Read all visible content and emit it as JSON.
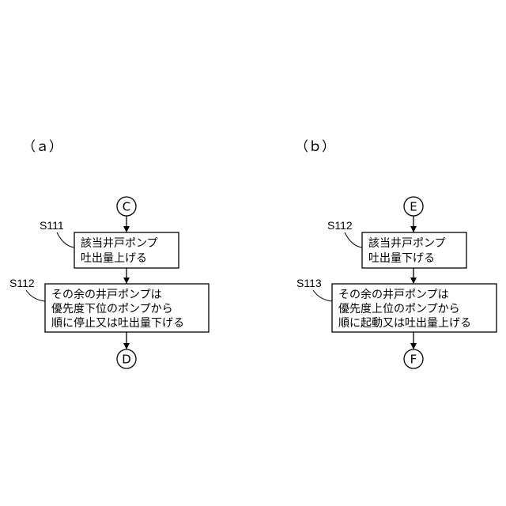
{
  "panel_a": {
    "label": "（ａ）",
    "start_connector": "C",
    "end_connector": "D",
    "step1": {
      "id": "S111",
      "lines": [
        "該当井戸ポンプ",
        "吐出量上げる"
      ]
    },
    "step2": {
      "id": "S112",
      "lines": [
        "その余の井戸ポンプは",
        "優先度下位のポンプから",
        "順に停止又は吐出量下げる"
      ]
    }
  },
  "panel_b": {
    "label": "（ｂ）",
    "start_connector": "E",
    "end_connector": "F",
    "step1": {
      "id": "S112",
      "lines": [
        "該当井戸ポンプ",
        "吐出量下げる"
      ]
    },
    "step2": {
      "id": "S113",
      "lines": [
        "その余の井戸ポンプは",
        "優先度上位のポンプから",
        "順に起動又は吐出量上げる"
      ]
    }
  }
}
